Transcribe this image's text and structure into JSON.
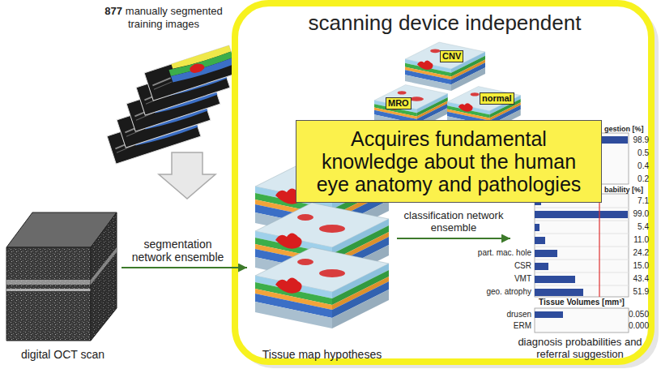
{
  "diagram": {
    "nodes": [
      {
        "text": [
          "877",
          "manually segmented training images"
        ]
      },
      {
        "text": [
          "digital OCT scan"
        ]
      },
      {
        "text": [
          "scanning device independent"
        ]
      },
      {
        "text": [
          "CNV"
        ],
        "in": 2
      },
      {
        "text": [
          "MRO"
        ],
        "in": 2
      },
      {
        "text": [
          "normal"
        ],
        "in": 2
      },
      {
        "text": [
          "Tissue map hypotheses"
        ],
        "in": 2
      },
      {
        "text": [
          "diagnosis probabilities and referral suggestion"
        ],
        "in": 2
      },
      {
        "text": [
          "Acquires fundamental knowledge about the human eye anatomy and pathologies"
        ],
        "in": 2
      }
    ],
    "edges": [
      {
        "from": 1,
        "to": 6,
        "arrow": "to",
        "label": "segmentation network ensemble"
      },
      {
        "from": 6,
        "to": 7,
        "arrow": "to",
        "label": "classification network ensemble"
      }
    ],
    "labels": [
      "gestion [%]",
      "98.9",
      "0.5",
      "0.4",
      "0.2",
      "bability [%]",
      "7.1",
      "99.0",
      "5.4",
      "11.0",
      "part. mac. hole",
      "24.2",
      "CSR",
      "15.0",
      "VMT",
      "43.4",
      "geo. atrophy",
      "51.9",
      "Tissue Volumes [mm³]",
      "drusen",
      "0.050",
      "ERM",
      "0.000"
    ]
  }
}
